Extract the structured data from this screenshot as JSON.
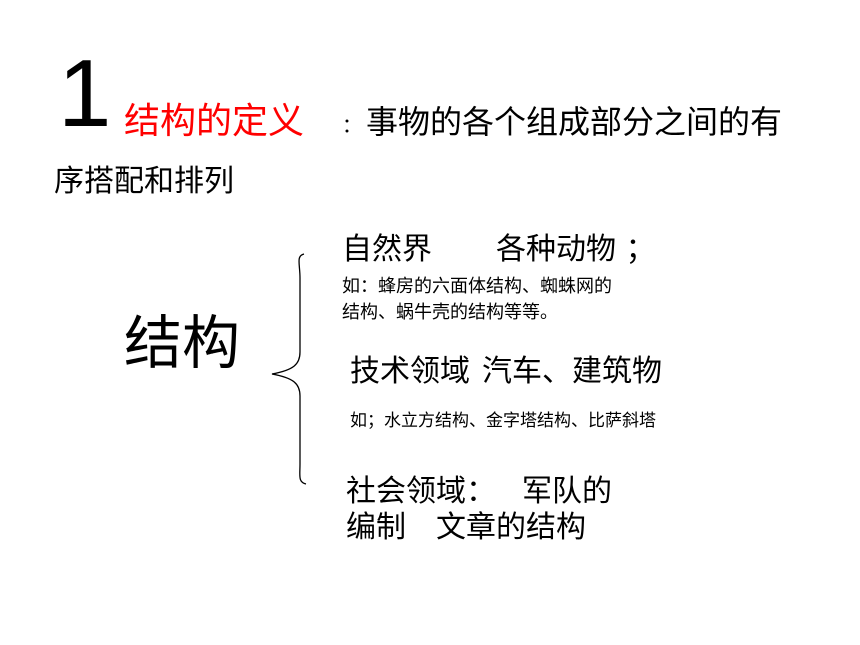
{
  "section_number": "1",
  "definition": {
    "term": "结构的定义",
    "colon": "：",
    "text_line1": "事物的各个组成部分之间的有",
    "text_line2": "序搭配和排列"
  },
  "main_term": "结构",
  "branches": {
    "nature": {
      "title": "自然界",
      "subject": "各种动物 ；",
      "example_line1": "如：蜂房的六面体结构、蜘蛛网的",
      "example_line2": "结构、蜗牛壳的结构等等。"
    },
    "technology": {
      "title": "技术领域",
      "subject": "汽车、建筑物",
      "example": "如；水立方结构、金字塔结构、比萨斜塔"
    },
    "society": {
      "title": "社会领域：",
      "subject_part1": "军队的",
      "subject_part2": "编制",
      "subject_part3": "文章的结构"
    }
  }
}
